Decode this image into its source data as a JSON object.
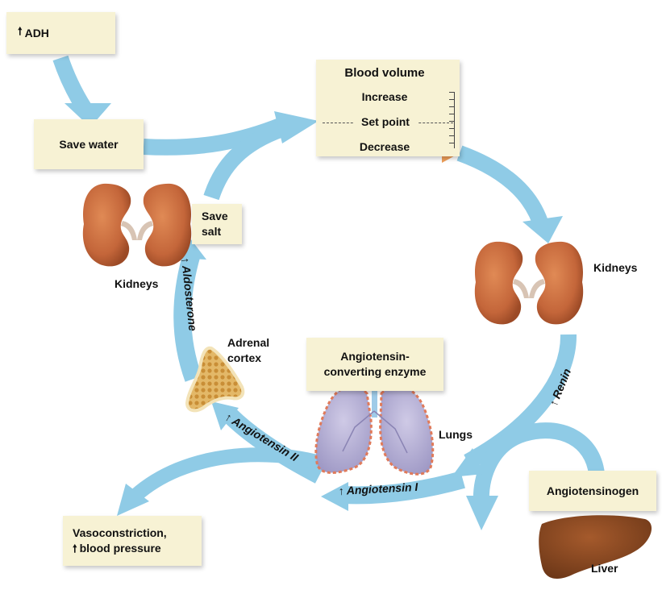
{
  "boxes": {
    "adh": "ADH",
    "save_water": "Save water",
    "blood_volume": {
      "title": "Blood volume",
      "increase": "Increase",
      "set_point": "Set point",
      "decrease": "Decrease"
    },
    "save_salt_line1": "Save",
    "save_salt_line2": "salt",
    "ace_line1": "Angiotensin-",
    "ace_line2": "converting enzyme",
    "vaso_line1": "Vasoconstriction,",
    "vaso_line2": "blood pressure",
    "angiotensinogen": "Angiotensinogen"
  },
  "labels": {
    "kidneys_left": "Kidneys",
    "kidneys_right": "Kidneys",
    "adrenal_line1": "Adrenal",
    "adrenal_line2": "cortex",
    "lungs": "Lungs",
    "liver": "Liver"
  },
  "arrow_labels": {
    "renin": "Renin",
    "angiotensin_1": "Angiotensin I",
    "angiotensin_2": "Angiotensin II",
    "aldosterone": "Aldosterone"
  },
  "colors": {
    "arrow": "#8fcbe6",
    "box": "#f7f2d4",
    "kidney": "#c76a3c",
    "liver": "#8a4a22",
    "adrenal": "#e0b35c",
    "lung": "#b9b4d6",
    "pointer": "#f0a05a"
  },
  "icons": [
    "up-arrow-icon",
    "kidney-icon",
    "adrenal-gland-icon",
    "lungs-icon",
    "liver-icon",
    "set-point-pointer-icon"
  ]
}
